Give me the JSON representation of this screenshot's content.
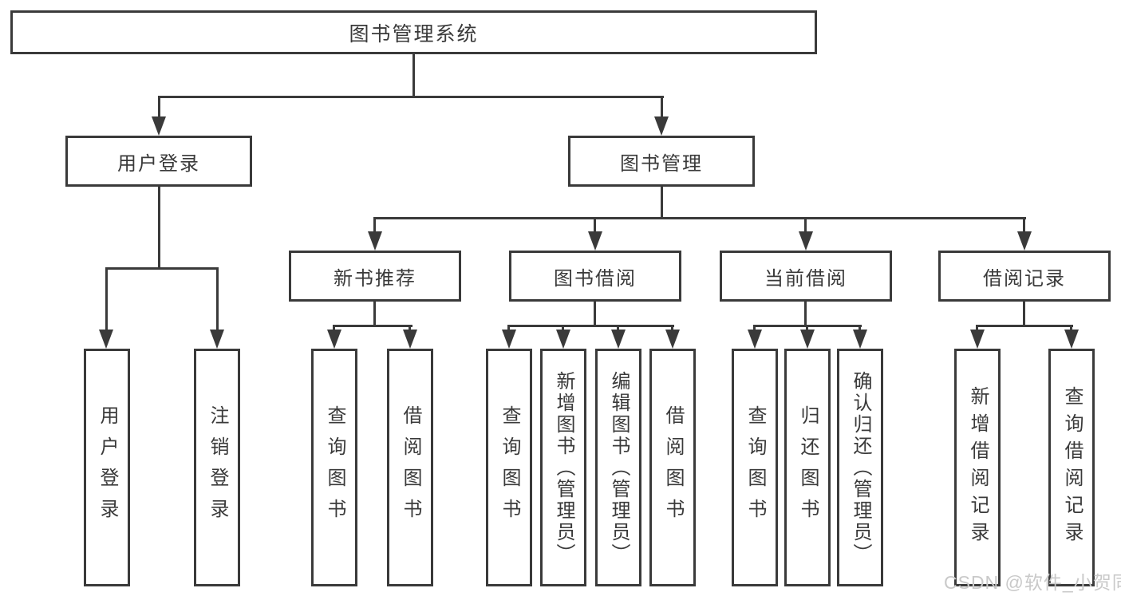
{
  "tree": {
    "label": "图书管理系统",
    "children": [
      {
        "label": "用户登录",
        "children": [
          {
            "label": "用户登录"
          },
          {
            "label": "注销登录"
          }
        ]
      },
      {
        "label": "图书管理",
        "children": [
          {
            "label": "新书推荐",
            "children": [
              {
                "label": "查询图书"
              },
              {
                "label": "借阅图书"
              }
            ]
          },
          {
            "label": "图书借阅",
            "children": [
              {
                "label": "查询图书"
              },
              {
                "label": "新增图书（管理员）"
              },
              {
                "label": "编辑图书（管理员）"
              },
              {
                "label": "借阅图书"
              }
            ]
          },
          {
            "label": "当前借阅",
            "children": [
              {
                "label": "查询图书"
              },
              {
                "label": "归还图书"
              },
              {
                "label": "确认归还（管理员）"
              }
            ]
          },
          {
            "label": "借阅记录",
            "children": [
              {
                "label": "新增借阅记录"
              },
              {
                "label": "查询借阅记录"
              }
            ]
          }
        ]
      }
    ]
  },
  "watermark": {
    "text": "CSDN @软件_小贺同学"
  },
  "colors": {
    "line": "#3a3a3a",
    "text": "#3a3a3a",
    "watermark": "#c9c9c9",
    "background": "#ffffff"
  }
}
